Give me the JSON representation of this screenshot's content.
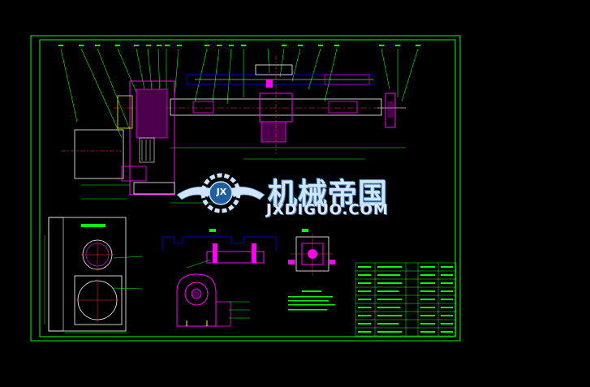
{
  "watermark": {
    "brand_cn": "机械帝国",
    "brand_en": "JXDIGUO.COM",
    "logo_letters": "JX"
  },
  "colors": {
    "background": "#000000",
    "border": "#00ff00",
    "outline": "#ffffff",
    "part": "#ff00ff",
    "center": "#ff3333",
    "dimension": "#00ff00",
    "annotation": "#0000ff",
    "yellow": "#ffff00",
    "cyan": "#00ffff",
    "watermark": "#cfe6ff"
  }
}
